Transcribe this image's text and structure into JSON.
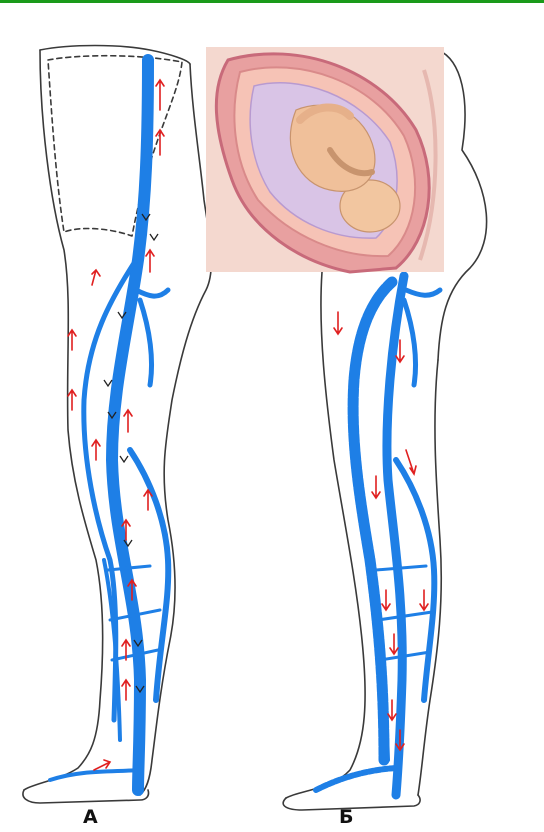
{
  "labels": {
    "a": "А",
    "b": "Б"
  },
  "colors": {
    "vein": "#1e7fe6",
    "outline": "#3a3a3a",
    "arrow": "#e02020",
    "valve": "#222222",
    "top_bar": "#1a9a1a",
    "womb": "#e8a0a0",
    "fetus": "#f2c6a0"
  },
  "icons": {
    "inset": "pregnancy-womb-illustration",
    "veins": "leg-vein-diagram"
  }
}
